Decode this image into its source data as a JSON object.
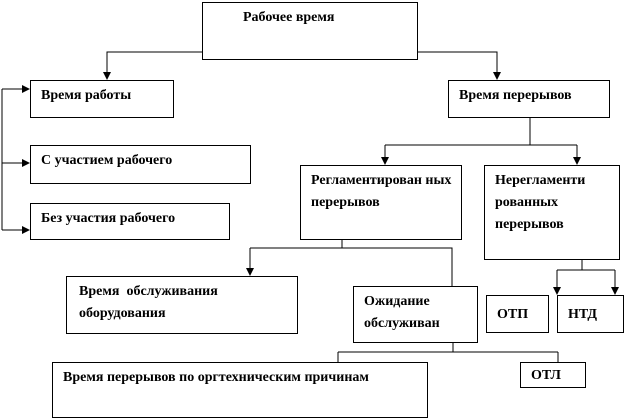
{
  "nodes": {
    "root": "Рабочее время",
    "work": "Время работы",
    "with_worker": "С участием рабочего",
    "without_worker": "Без участия рабочего",
    "breaks": "Время перерывов",
    "regulated": "Регламентирован ных перерывов",
    "unregulated": "Нерегламенти рованных перерывов",
    "equipment_service": "Время  обслуживания оборудования",
    "waiting": "Ожидание обслуживан",
    "otp": "ОТП",
    "ntd": "НТД",
    "org_tech": "Время перерывов по оргтехническим причинам",
    "otl": "ОТЛ"
  }
}
